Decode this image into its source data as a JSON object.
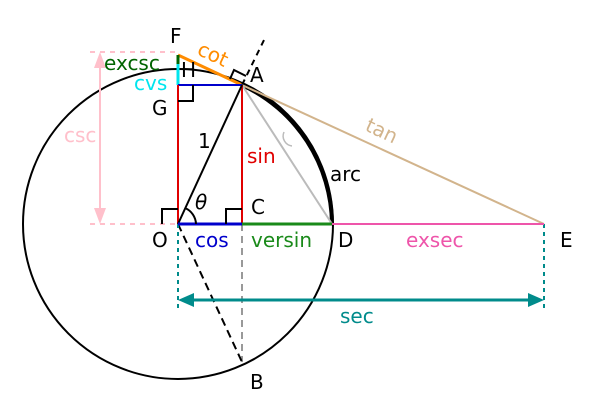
{
  "points": {
    "F": "F",
    "H": "H",
    "A": "A",
    "G": "G",
    "O": "O",
    "C": "C",
    "D": "D",
    "E": "E",
    "B": "B"
  },
  "labels": {
    "excsc": "excsc",
    "cot": "cot",
    "cvs": "cvs",
    "csc": "csc",
    "tan": "tan",
    "one": "1",
    "sin": "sin",
    "arc": "arc",
    "theta": "θ",
    "cos": "cos",
    "versin": "versin",
    "exsec": "exsec",
    "sec": "sec"
  },
  "colors": {
    "excsc": "#006400",
    "cot": "#ff8c00",
    "cvs": "#00e5ee",
    "csc": "#ffc0cb",
    "tan": "#d2b48c",
    "sin": "#e00000",
    "cos": "#0000cc",
    "versin": "#1a8a1a",
    "exsec": "#ee55aa",
    "sec": "#008b8b",
    "chord": "#bbbbbb",
    "ink": "#000000"
  }
}
